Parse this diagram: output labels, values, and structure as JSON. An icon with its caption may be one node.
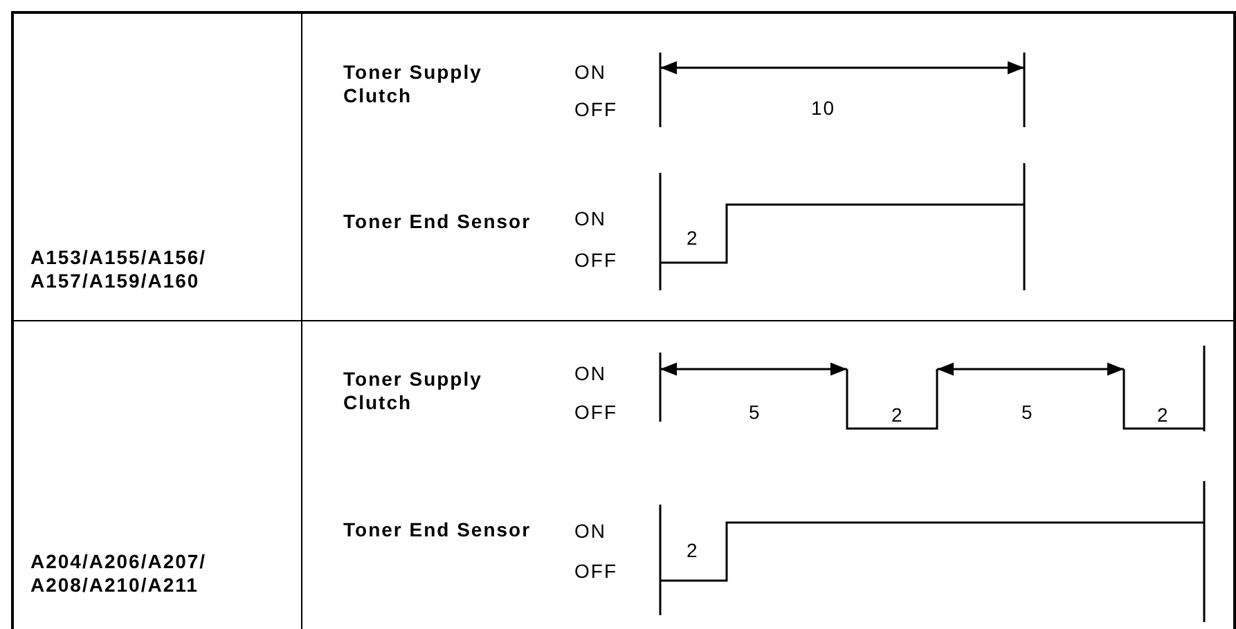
{
  "diagram": {
    "labels": [
      "A153/A155/A156/ A157/A159/A160",
      "Toner Supply Clutch",
      "ON",
      "OFF",
      "10",
      "Toner End Sensor",
      "ON",
      "OFF",
      "2",
      "A204/A206/A207/ A208/A210/A211",
      "Toner Supply Clutch",
      "ON",
      "OFF",
      "5",
      "2",
      "5",
      "2",
      "Toner End Sensor",
      "ON",
      "OFF",
      "2"
    ]
  }
}
